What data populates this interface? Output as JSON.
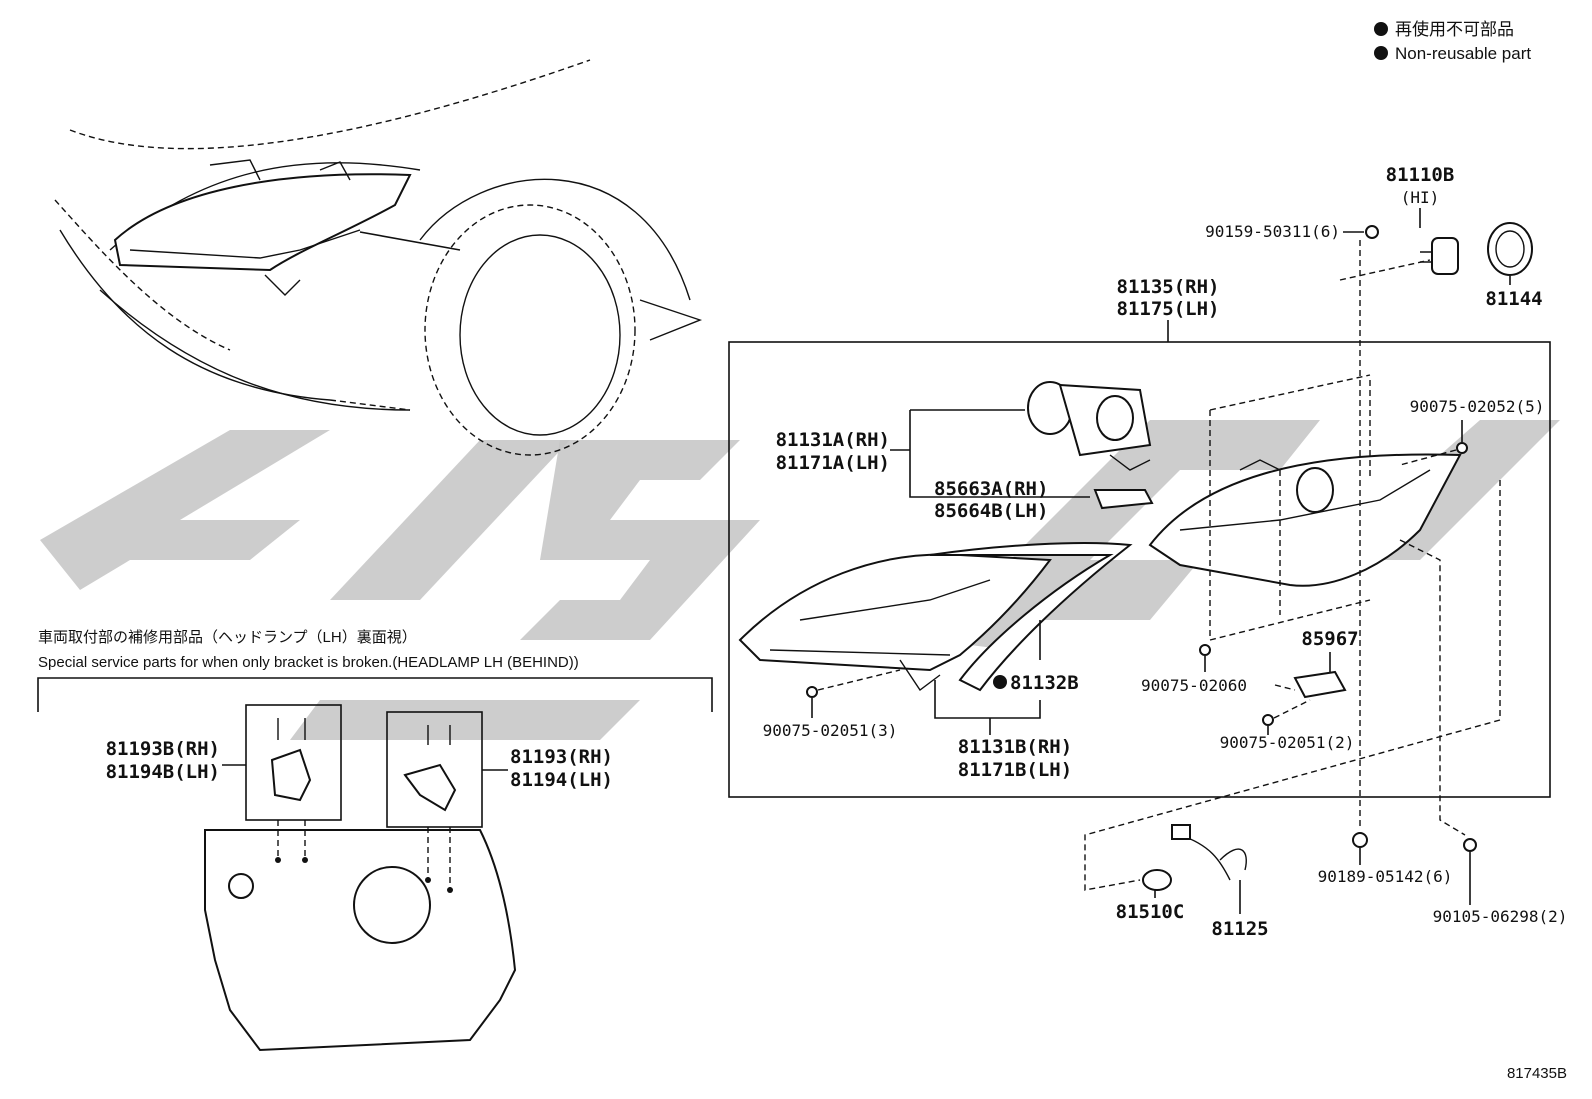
{
  "legend": {
    "line1": "再使用不可部品",
    "line2": "Non-reusable part"
  },
  "inset": {
    "title_jp": "車両取付部の補修用部品（ヘッドランプ（LH）裏面視）",
    "title_en": "Special service parts for when only bracket is broken.(HEADLAMP LH (BEHIND))"
  },
  "labels": {
    "p81110b": "81110B",
    "p81110b_sub": "(HI)",
    "p90159": "90159-50311(6)",
    "p81144": "81144",
    "p81135": "81135(RH)",
    "p81175": "81175(LH)",
    "p81131a": "81131A(RH)",
    "p81171a": "81171A(LH)",
    "p85663a": "85663A(RH)",
    "p85664b": "85664B(LH)",
    "p90075_5": "90075-02052(5)",
    "p81132b": "81132B",
    "p90075_3": "90075-02051(3)",
    "p81131b": "81131B(RH)",
    "p81171b": "81171B(LH)",
    "p90075_02060": "90075-02060",
    "p85967": "85967",
    "p90075_2": "90075-02051(2)",
    "p81193b": "81193B(RH)",
    "p81194b": "81194B(LH)",
    "p81193": "81193(RH)",
    "p81194": "81194(LH)",
    "p90189": "90189-05142(6)",
    "p90105": "90105-06298(2)",
    "p81510c": "81510C",
    "p81125": "81125"
  },
  "figure_id": "817435B",
  "colors": {
    "line": "#111111",
    "watermark": "#c4c4c4",
    "background": "#ffffff"
  }
}
